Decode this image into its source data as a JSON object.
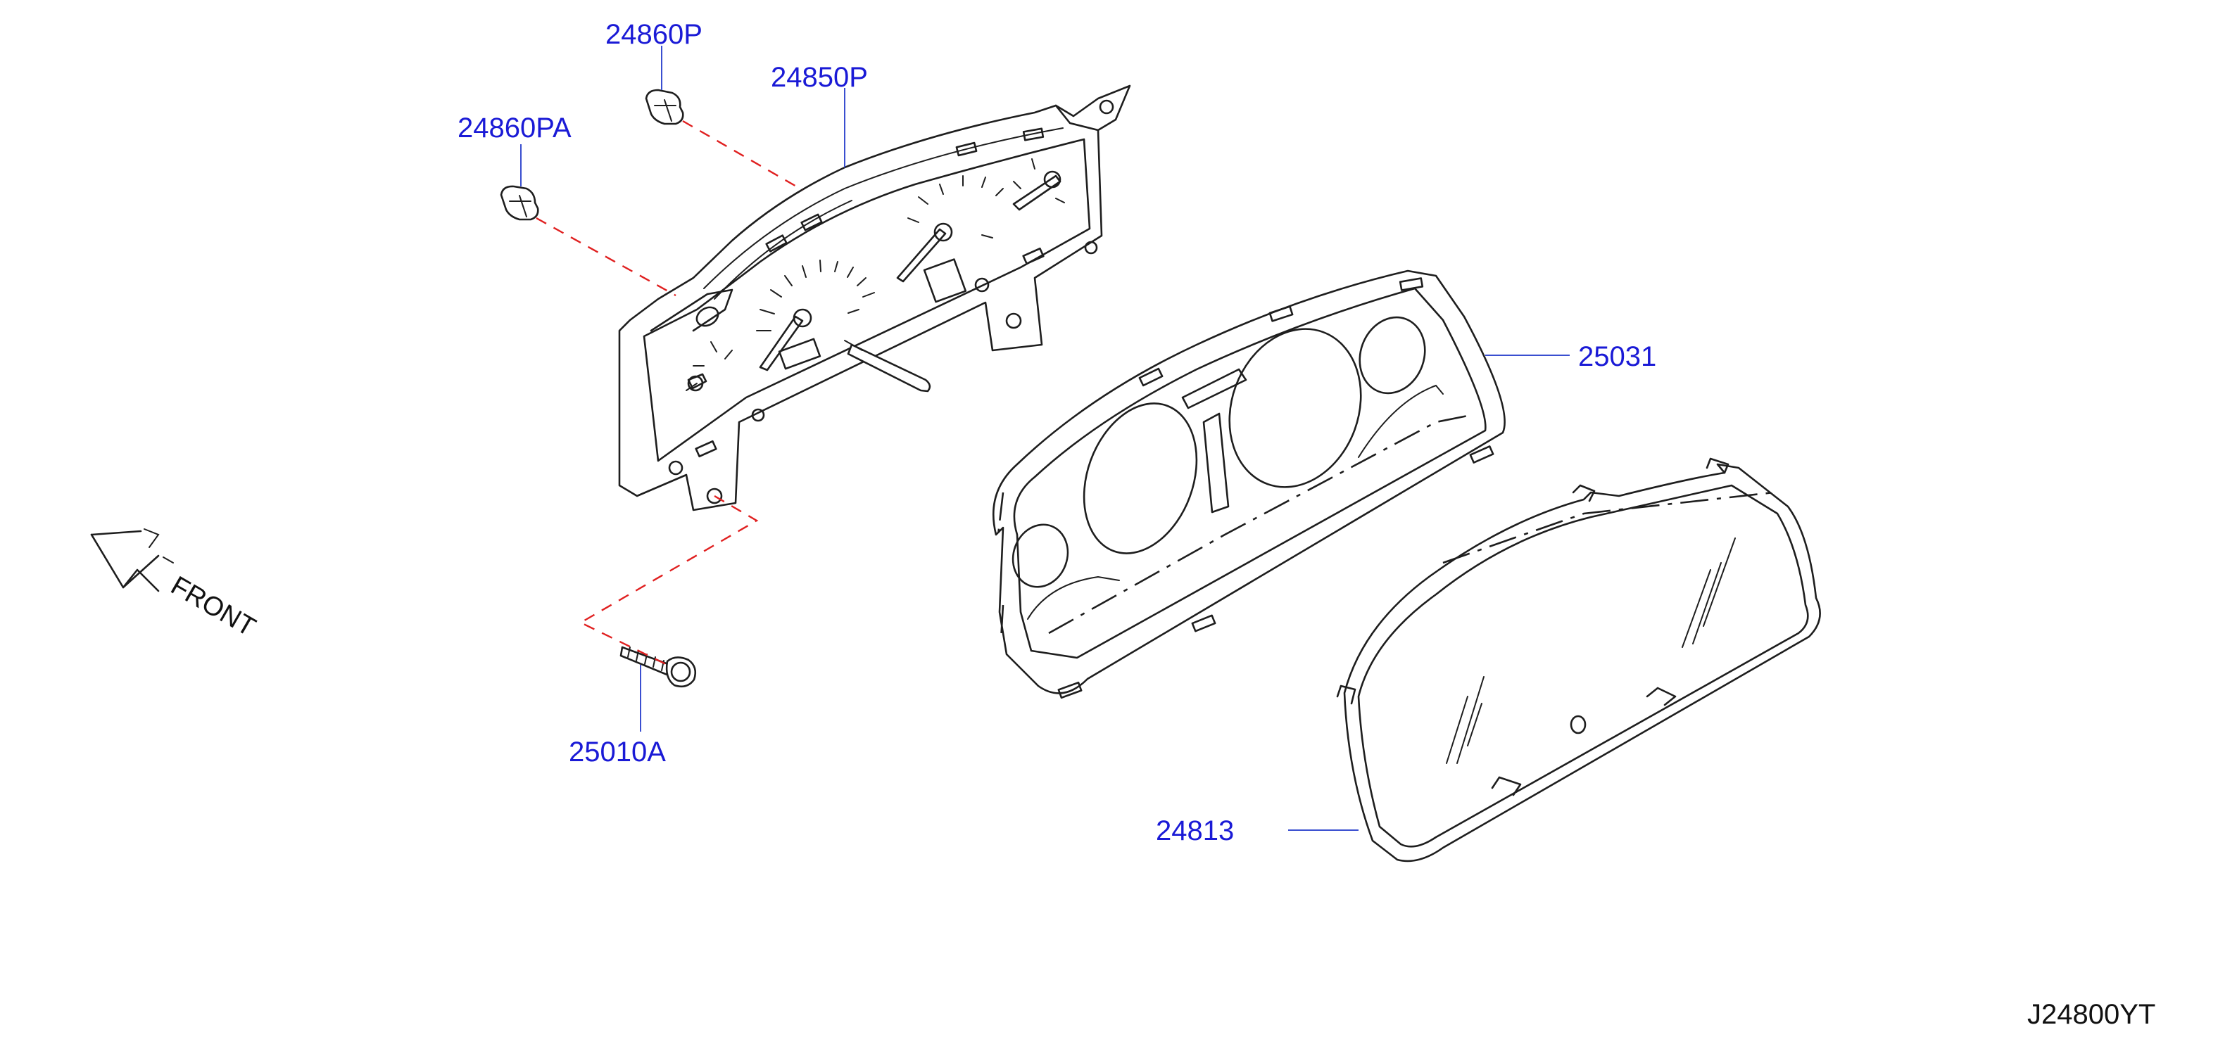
{
  "diagram": {
    "callouts": {
      "p24860p": "24860P",
      "p24850p": "24850P",
      "p24860pa": "24860PA",
      "p25031": "25031",
      "p25010a": "25010A",
      "p24813": "24813"
    },
    "front_label": "FRONT",
    "drawing_code": "J24800YT"
  },
  "colors": {
    "callout_text": "#1a1ad6",
    "leader_line": "#3a4fd0",
    "fastener_path": "#e02020",
    "linework": "#1e1e1e",
    "background": "#ffffff"
  }
}
